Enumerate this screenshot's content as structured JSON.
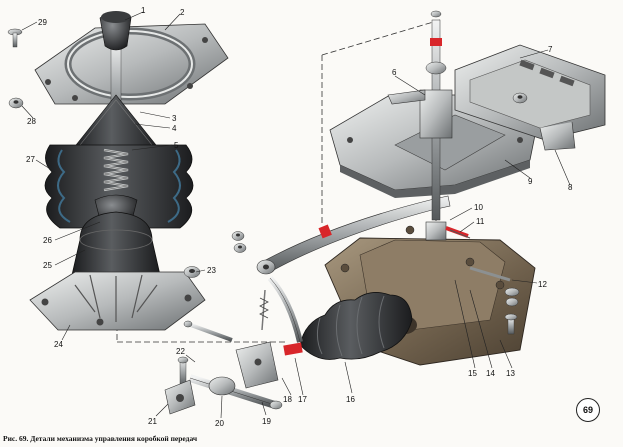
{
  "caption": "Рис. 69. Детали механизма управления коробкой передач",
  "figure_badge": "69",
  "labels": {
    "l1": "1",
    "l2": "2",
    "l3": "3",
    "l4": "4",
    "l5": "5",
    "l6": "6",
    "l7": "7",
    "l8": "8",
    "l9": "9",
    "l10": "10",
    "l11": "11",
    "l12": "12",
    "l13": "13",
    "l14": "14",
    "l15": "15",
    "l16": "16",
    "l17": "17",
    "l18": "18",
    "l19": "19",
    "l20": "20",
    "l21": "21",
    "l22": "22",
    "l23": "23",
    "l24": "24",
    "l25": "25",
    "l26": "26",
    "l27": "27",
    "l28": "28",
    "l29": "29"
  },
  "colors": {
    "metal_light": "#d7d9d8",
    "metal_mid": "#a9acab",
    "metal_dark": "#5d6062",
    "rubber": "#2b2d2f",
    "housing": "#7a6a55",
    "accent_red": "#d8262a",
    "boot_blue": "#3d6a86"
  }
}
